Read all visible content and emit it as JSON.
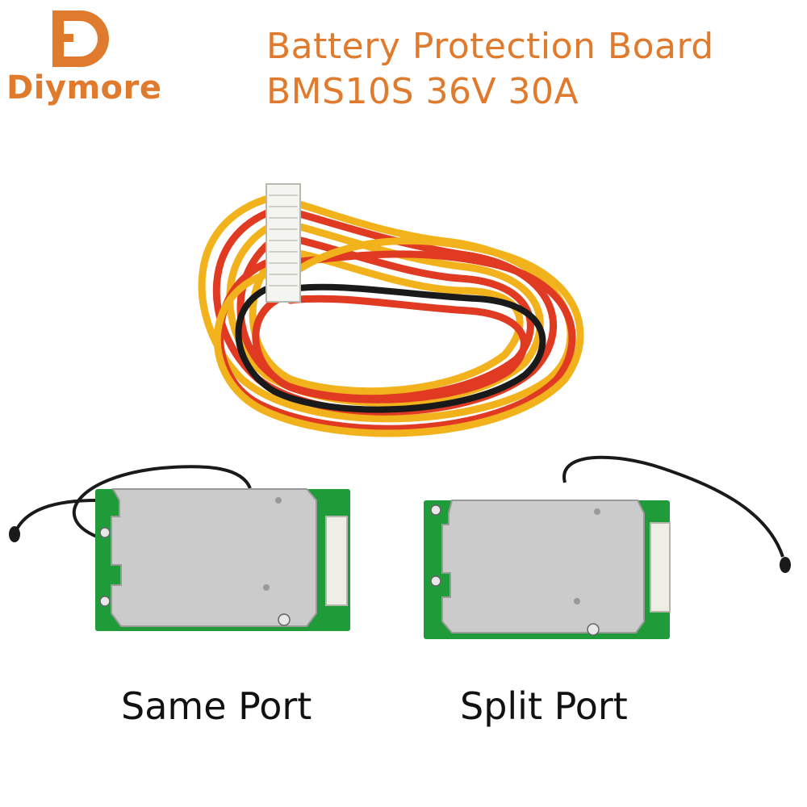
{
  "brand": {
    "name": "Diymore",
    "color": "#e07a2c"
  },
  "title": {
    "line1": "Battery Protection Board",
    "line2": "BMS10S 36V 30A"
  },
  "products": [
    {
      "label": "Same Port"
    },
    {
      "label": "Split Port"
    }
  ],
  "colors": {
    "wire_red": "#e03a22",
    "wire_yellow": "#f2b21c",
    "wire_black": "#1a1a1a",
    "pcb_green": "#1f9b3a",
    "heatsink": "#c9c9c9"
  }
}
